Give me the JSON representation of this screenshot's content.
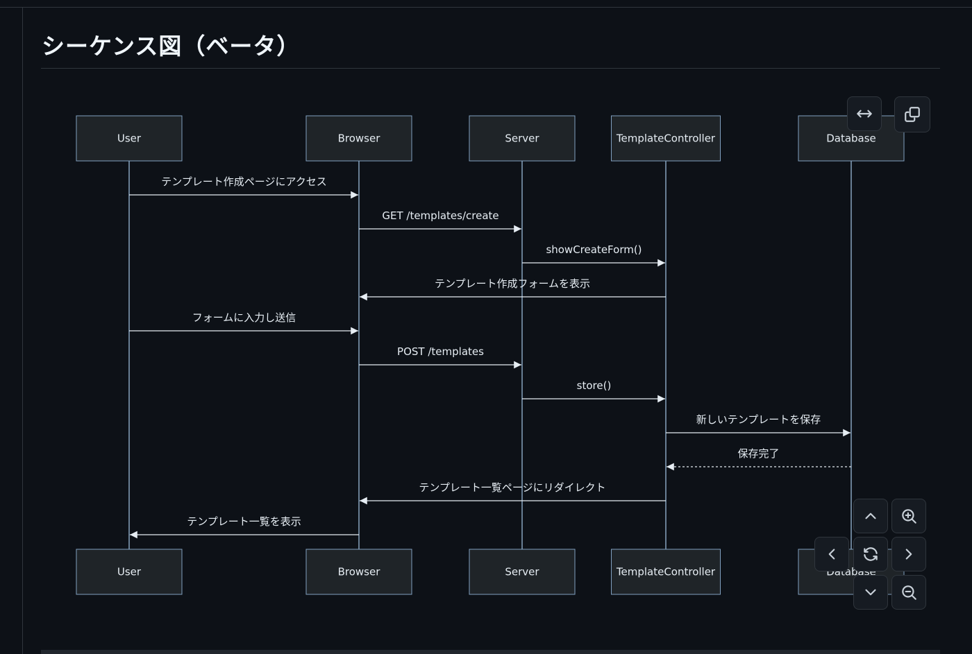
{
  "page": {
    "title": "シーケンス図（ベータ）"
  },
  "diagram": {
    "type": "sequence",
    "participants": [
      "User",
      "Browser",
      "Server",
      "TemplateController",
      "Database"
    ],
    "messages": [
      {
        "from": "User",
        "to": "Browser",
        "text": "テンプレート作成ページにアクセス",
        "style": "solid"
      },
      {
        "from": "Browser",
        "to": "Server",
        "text": "GET /templates/create",
        "style": "solid"
      },
      {
        "from": "Server",
        "to": "TemplateController",
        "text": "showCreateForm()",
        "style": "solid"
      },
      {
        "from": "TemplateController",
        "to": "Browser",
        "text": "テンプレート作成フォームを表示",
        "style": "solid"
      },
      {
        "from": "User",
        "to": "Browser",
        "text": "フォームに入力し送信",
        "style": "solid"
      },
      {
        "from": "Browser",
        "to": "Server",
        "text": "POST /templates",
        "style": "solid"
      },
      {
        "from": "Server",
        "to": "TemplateController",
        "text": "store()",
        "style": "solid"
      },
      {
        "from": "TemplateController",
        "to": "Database",
        "text": "新しいテンプレートを保存",
        "style": "solid"
      },
      {
        "from": "Database",
        "to": "TemplateController",
        "text": "保存完了",
        "style": "dashed"
      },
      {
        "from": "TemplateController",
        "to": "Browser",
        "text": "テンプレート一覧ページにリダイレクト",
        "style": "solid"
      },
      {
        "from": "Browser",
        "to": "User",
        "text": "テンプレート一覧を表示",
        "style": "solid"
      }
    ]
  },
  "controls": {
    "expand": "expand-icon",
    "copy": "copy-icon",
    "pan_up": "chevron-up-icon",
    "pan_down": "chevron-down-icon",
    "pan_left": "chevron-left-icon",
    "pan_right": "chevron-right-icon",
    "zoom_in": "zoom-in-icon",
    "zoom_out": "zoom-out-icon",
    "reset": "reset-icon"
  }
}
